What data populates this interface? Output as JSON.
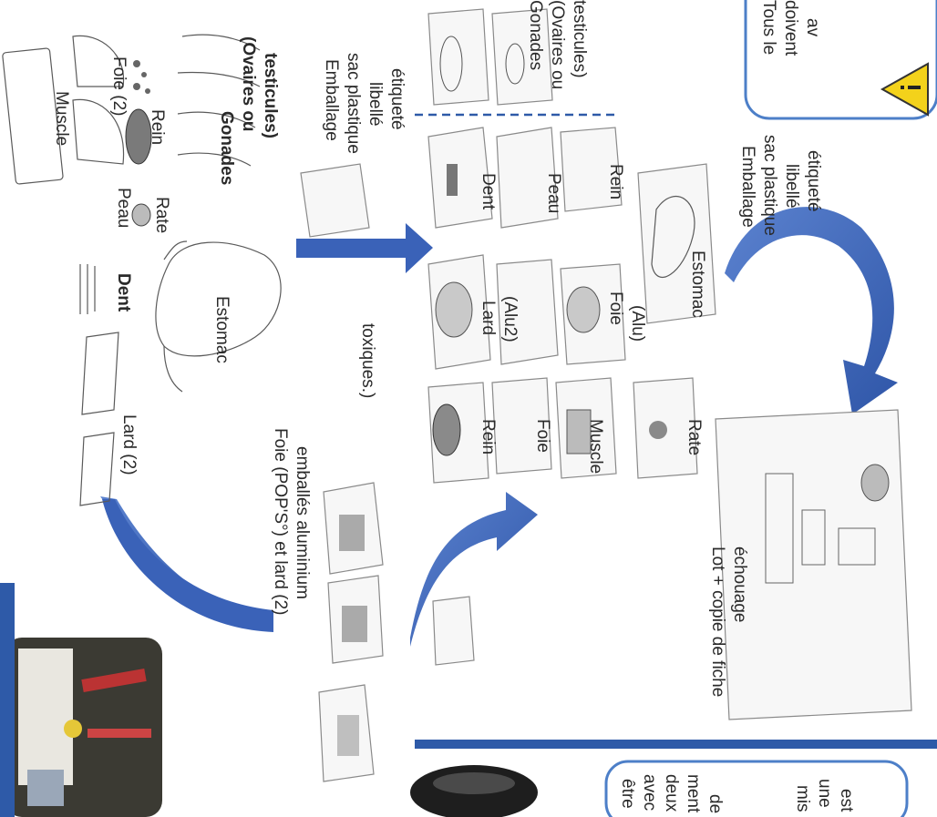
{
  "colors": {
    "arrow": "#3a62b8",
    "divider": "#2e5aa8",
    "frame": "#4d7fc8",
    "warning": "#f3d21b"
  },
  "icons": [
    "warning-icon",
    "tools-photo",
    "device-photo"
  ],
  "organs": {
    "muscle": "Muscle",
    "foie2": "Foie (2)",
    "rein": "Rein",
    "peau": "Peau",
    "rate": "Rate",
    "dent": "Dent",
    "estomac": "Estomac",
    "lard2": "Lard (2)",
    "gonades_l1": "Gonades",
    "gonades_l2": "(Ovaires ou",
    "gonades_l3": "testicules)",
    "toxiques": "toxiques.)"
  },
  "packaging": {
    "plastic_l1": "Emballage",
    "plastic_l2": "sac plastique",
    "plastic_l3": "libellé",
    "plastic_l4": "étiqueté",
    "alu_l1": "Foie (POP'S°) et lard (2)",
    "alu_l2": "emballés aluminium"
  },
  "bags": {
    "dent": "Dent",
    "peau": "Peau",
    "rein_a": "Rein",
    "lard": "Lard",
    "alu2": "(Alu2)",
    "foie_a": "Foie",
    "alu": "(Alu)",
    "estomac": "Estomac",
    "rein_b": "Rein",
    "foie_b": "Foie",
    "muscle": "Muscle",
    "rate": "Rate",
    "gonades_l1": "Gonades",
    "gonades_l2": "(Ovaires ou",
    "gonades_l3": "testicules)"
  },
  "lot": {
    "l1": "Lot + copie de fiche",
    "l2": "échouage"
  },
  "notice": {
    "l1": "Tous le",
    "l2": "doivent",
    "l3": "av"
  },
  "side_text": [
    "être",
    "avec",
    "deux",
    "ment",
    "de",
    "mis",
    "une",
    "est"
  ]
}
